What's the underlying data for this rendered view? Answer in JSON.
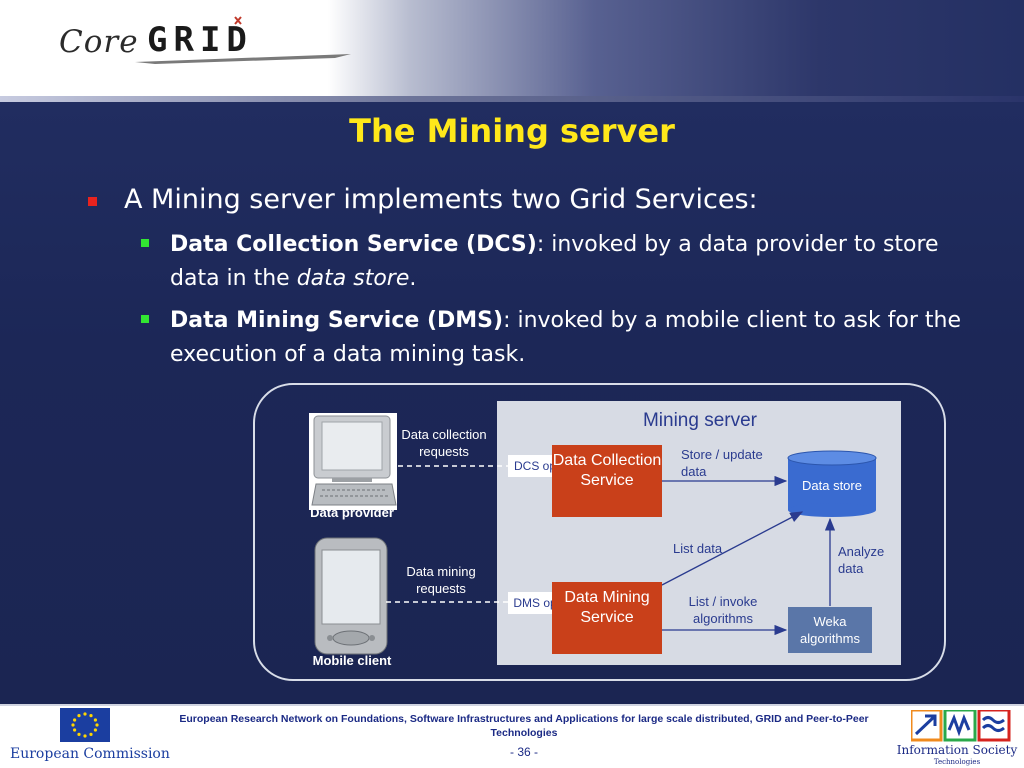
{
  "header": {
    "logo_core": "Core",
    "logo_grid": "GRID"
  },
  "slide": {
    "title": "The Mining server",
    "bullet": "A Mining server implements two Grid Services:",
    "sub_bullets": [
      {
        "bold": "Data Collection Service (DCS)",
        "text_before_italic": ": invoked by a data provider to store data in the ",
        "italic": "data store",
        "text_after": "."
      },
      {
        "bold": "Data Mining Service (DMS)",
        "text": ": invoked by a mobile client to ask for the execution of a data mining task."
      }
    ]
  },
  "diagram": {
    "server_label": "Mining server",
    "data_provider_label": "Data provider",
    "mobile_client_label": "Mobile client",
    "dc_requests_label": "Data collection requests",
    "dm_requests_label": "Data mining requests",
    "dcs_ops": "DCS ops",
    "dms_ops": "DMS ops",
    "dcs_box": "Data Collection Service",
    "dms_box": "Data Mining Service",
    "store_update": "Store / update data",
    "data_store": "Data store",
    "list_data": "List data",
    "analyze_data": "Analyze data",
    "list_invoke": "List / invoke algorithms",
    "weka": "Weka algorithms"
  },
  "footer": {
    "ec_caption": "European Commission",
    "network_text": "European Research Network on Foundations, Software Infrastructures and Applications for large scale distributed, GRID and Peer-to-Peer Technologies",
    "page": "- 36 -",
    "is_caption": "Information Society",
    "is_small": "Technologies"
  },
  "colors": {
    "title": "#ffe81a",
    "background": "#1c2755",
    "service_box": "#c9401a",
    "weka_box": "#5a76a8",
    "datastore": "#3a6bd0"
  }
}
